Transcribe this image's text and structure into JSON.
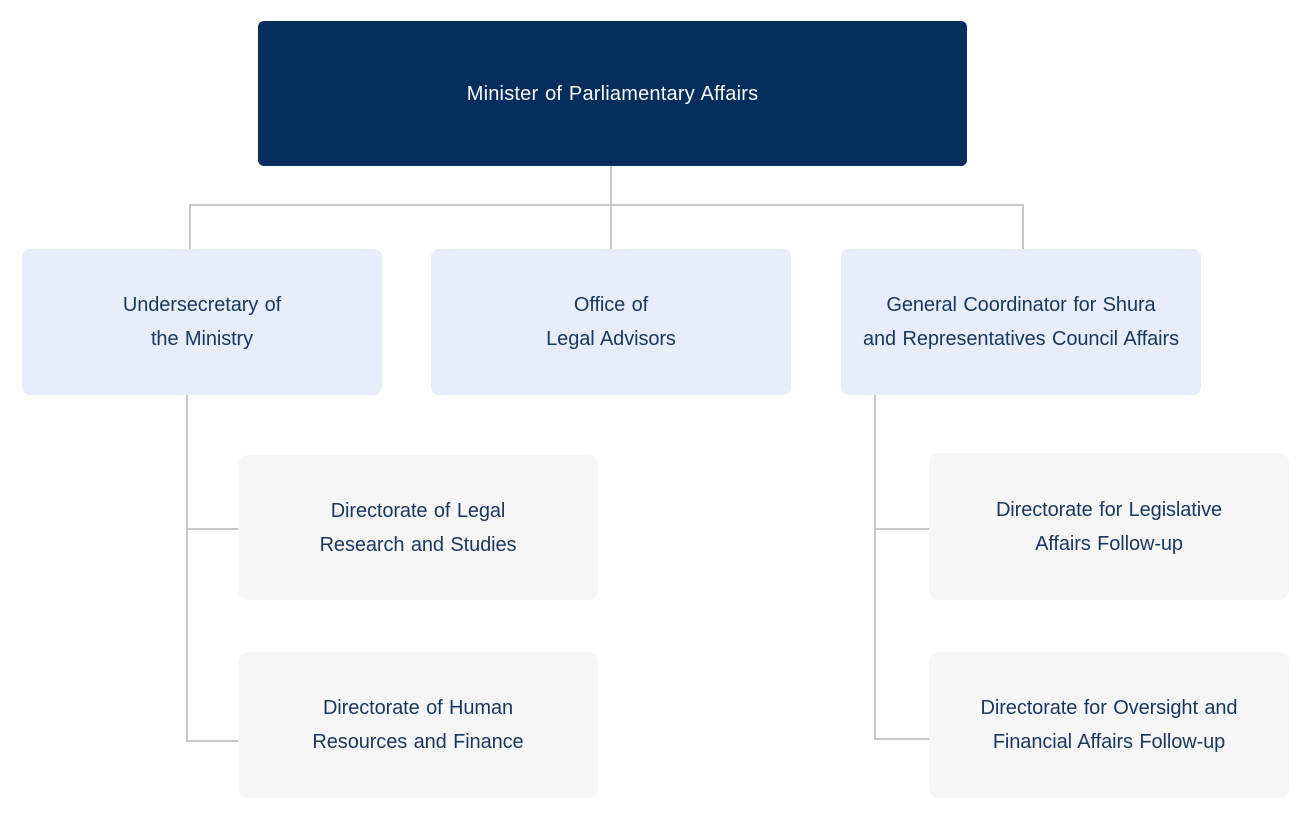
{
  "colors": {
    "background": "#ffffff",
    "root_node_bg": "#052e5c",
    "root_node_text": "#f7f9fb",
    "level2_node_bg": "#e7eef9",
    "level3_node_bg": "#f6f6f7",
    "node_text": "#17375e",
    "connector_line": "#c8c8c8"
  },
  "org": {
    "root": {
      "id": "minister",
      "lines": [
        "Minister of Parliamentary Affairs"
      ]
    },
    "level2": [
      {
        "id": "undersecretary",
        "parent": "minister",
        "lines": [
          "Undersecretary of",
          "the Ministry"
        ]
      },
      {
        "id": "legal-advisors",
        "parent": "minister",
        "lines": [
          "Office of",
          "Legal Advisors"
        ]
      },
      {
        "id": "general-coordinator",
        "parent": "minister",
        "lines": [
          "General Coordinator for Shura",
          "and Representatives Council Affairs"
        ]
      }
    ],
    "level3": [
      {
        "id": "legal-research",
        "parent": "undersecretary",
        "lines": [
          "Directorate of Legal",
          "Research and Studies"
        ]
      },
      {
        "id": "hr-finance",
        "parent": "undersecretary",
        "lines": [
          "Directorate of Human",
          "Resources and Finance"
        ]
      },
      {
        "id": "legislative-followup",
        "parent": "general-coordinator",
        "lines": [
          "Directorate for Legislative",
          "Affairs Follow-up"
        ]
      },
      {
        "id": "oversight-followup",
        "parent": "general-coordinator",
        "lines": [
          "Directorate for Oversight and",
          "Financial Affairs Follow-up"
        ]
      }
    ]
  }
}
